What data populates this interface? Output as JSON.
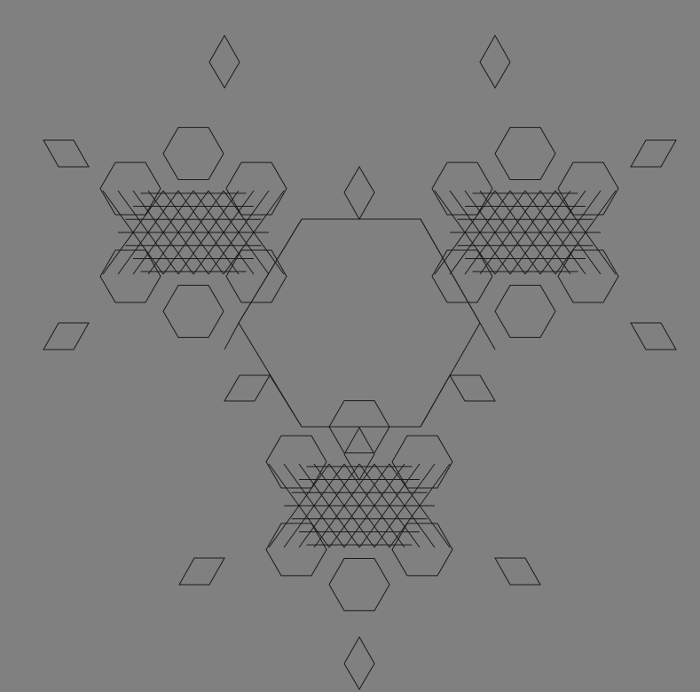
{
  "figure": {
    "background_color": "#808080",
    "line_color": "#1a1a1a",
    "shape": "line-drawn hexagonal fractal with three-fold symmetry",
    "text": []
  },
  "motifs": {
    "central_hexagon": "central-hexagon",
    "lobes": [
      {
        "name": "lobe-top-left"
      },
      {
        "name": "lobe-top-right"
      },
      {
        "name": "lobe-bottom"
      }
    ],
    "rhombus_tips": [
      "rhombus-tip-top",
      "rhombus-tip-right",
      "rhombus-tip-left"
    ]
  }
}
